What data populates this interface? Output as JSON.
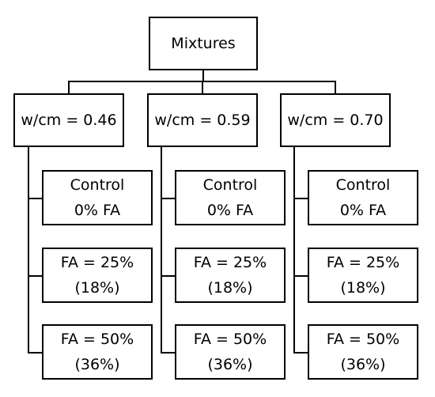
{
  "root": {
    "label": "Mixtures"
  },
  "groups": [
    {
      "label": "w/cm = 0.46",
      "items": [
        {
          "line1": "Control",
          "line2": "0% FA"
        },
        {
          "line1": "FA = 25%",
          "line2": "(18%)"
        },
        {
          "line1": "FA = 50%",
          "line2": "(36%)"
        }
      ]
    },
    {
      "label": "w/cm = 0.59",
      "items": [
        {
          "line1": "Control",
          "line2": "0% FA"
        },
        {
          "line1": "FA = 25%",
          "line2": "(18%)"
        },
        {
          "line1": "FA = 50%",
          "line2": "(36%)"
        }
      ]
    },
    {
      "label": "w/cm = 0.70",
      "items": [
        {
          "line1": "Control",
          "line2": "0% FA"
        },
        {
          "line1": "FA = 25%",
          "line2": "(18%)"
        },
        {
          "line1": "FA = 50%",
          "line2": "(36%)"
        }
      ]
    }
  ]
}
